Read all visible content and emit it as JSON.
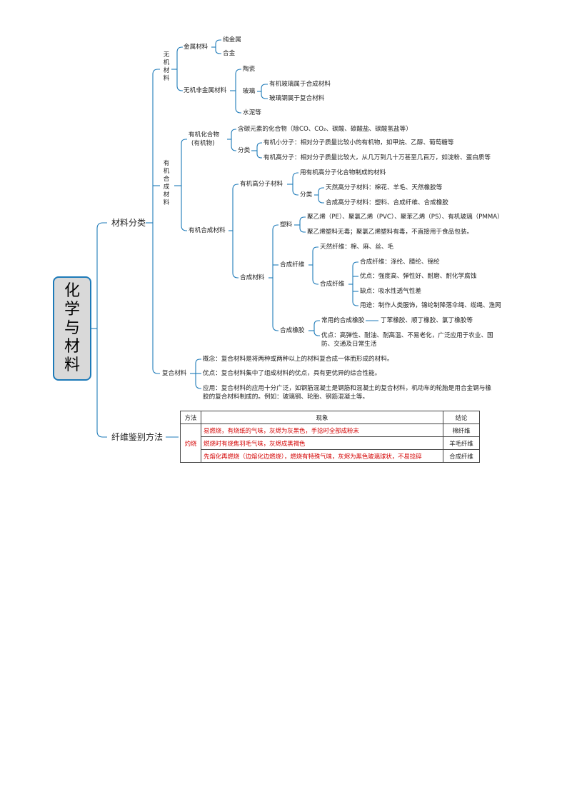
{
  "root": "化学与材料",
  "branches": {
    "classification": "材料分类",
    "fiber_identification": "纤维鉴别方法"
  },
  "inorganic": {
    "label": "无机材料",
    "metal": "金属材料",
    "pure_metal": "纯金属",
    "alloy": "合金",
    "nonmetal": "无机非金属材料",
    "ceramics": "陶瓷",
    "glass": "玻璃",
    "organic_glass": "有机玻璃属于合成材料",
    "fiberglass": "玻璃钢属于复合材料",
    "cement": "水泥等"
  },
  "organic": {
    "label": "有机合成材料",
    "compound": "有机化合物",
    "compound_alias": "(有机物)",
    "compound_def": "含碳元素的化合物（除CO、CO₂、碳酸、碳酸盐、碳酸氢盐等）",
    "classify": "分类",
    "small_molecule": "有机小分子：相对分子质量比较小的有机物，如甲烷、乙醇、葡萄糖等",
    "polymer": "有机高分子：相对分子质量比较大，从几万到几十万甚至几百万，如淀粉、蛋白质等",
    "synthetic_material": "有机合成材料",
    "polymer_material": "有机高分子材料",
    "polymer_material_def": "用有机高分子化合物制成的材料",
    "polymer_classify": "分类",
    "natural_polymer": "天然高分子材料：棉花、羊毛、天然橡胶等",
    "synthetic_polymer": "合成高分子材料：塑料、合成纤维、合成橡胶",
    "synthetic": "合成材料",
    "plastic": "塑料",
    "plastic_examples": "聚乙烯（PE）、聚氯乙烯（PVC）、聚苯乙烯（PS）、有机玻璃（PMMA）",
    "plastic_note": "聚乙烯塑料无毒；聚氯乙烯塑料有毒，不直接用于食品包装。",
    "synthetic_fiber_group": "合成纤维",
    "natural_fiber": "天然纤维：棉、麻、丝、毛",
    "synthetic_fiber": "合成纤维",
    "fiber_types": "合成纤维：涤纶、腈纶、锦纶",
    "fiber_adv": "优点：强度高、弹性好、耐磨、耐化学腐蚀",
    "fiber_disadv": "缺点：吸水性透气性差",
    "fiber_use": "用途：制作人类服饰，锦纶制降落伞绳、缆绳、渔网",
    "rubber": "合成橡胶",
    "rubber_common": "常用的合成橡胶",
    "rubber_examples": "丁苯橡胶、顺丁橡胶、氯丁橡胶等",
    "rubber_adv_1": "优点：高弹性、耐油、耐高温、不易老化，广泛应用于农业、国",
    "rubber_adv_2": "防、交通及日常生活"
  },
  "composite": {
    "label": "复合材料",
    "concept": "概念：复合材料是将两种或两种以上的材料复合成一体而形成的材料。",
    "advantage": "优点：复合材料集中了组成材料的优点，具有更优异的综合性能。",
    "application_1": "应用：复合材料的应用十分广泛，如钢筋混凝土是钢筋和混凝土的复合材料，机动车的轮胎是用合金钢与橡",
    "application_2": "胶的复合材料制成的。例如：玻璃钢、轮胎、钢筋混凝土等。"
  },
  "fiber_table": {
    "headers": [
      "方法",
      "现象",
      "结论"
    ],
    "method": "灼烧",
    "rows": [
      {
        "phenomenon": "易燃烧，有烧纸的气味，灰烬为灰黑色，手捻时全部成粉末",
        "conclusion": "棉纤维"
      },
      {
        "phenomenon": "燃烧时有烧焦羽毛气味，灰烬成黑褐色",
        "conclusion": "羊毛纤维"
      },
      {
        "phenomenon": "先熔化再燃烧（边熔化边燃烧），燃烧有特殊气味，灰烬为黑色玻璃球状，不易捻碎",
        "conclusion": "合成纤维"
      }
    ]
  },
  "colors": {
    "line": "#1d7ab8",
    "root_fill": "#d9d9d9",
    "red": "#d40000"
  }
}
